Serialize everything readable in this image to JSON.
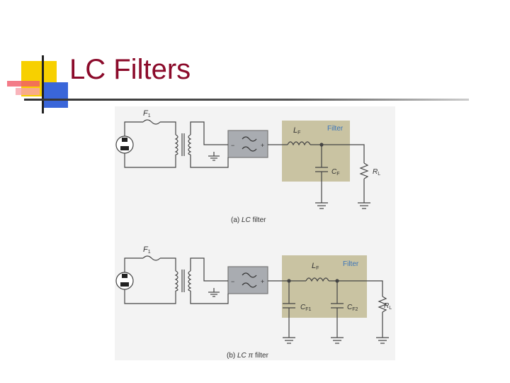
{
  "slide": {
    "title": "LC Filters"
  },
  "diagram": {
    "panel_a": {
      "caption_prefix": "(a) ",
      "caption_em": "LC",
      "caption_suffix": " filter",
      "box_label": "Filter",
      "fuse": "F",
      "fuse_sub": "1",
      "inductor": "L",
      "inductor_sub": "F",
      "capacitor": "C",
      "capacitor_sub": "F",
      "load": "R",
      "load_sub": "L",
      "minus": "−",
      "plus": "+"
    },
    "panel_b": {
      "caption_prefix": "(b) ",
      "caption_em": "LC π",
      "caption_suffix": " filter",
      "box_label": "Filter",
      "fuse": "F",
      "fuse_sub": "1",
      "inductor": "L",
      "inductor_sub": "F",
      "cap1": "C",
      "cap1_sub": "F1",
      "cap2": "C",
      "cap2_sub": "F2",
      "load": "R",
      "load_sub": "L",
      "minus": "−",
      "plus": "+"
    },
    "colors": {
      "filter_box": "#c9c3a2",
      "rectifier_box": "#a9acb1",
      "wire": "#444444",
      "title": "#8b0a2a",
      "accent_yellow": "#f7d000",
      "accent_red": "#f05a6a",
      "accent_blue": "#3a66d9"
    }
  }
}
